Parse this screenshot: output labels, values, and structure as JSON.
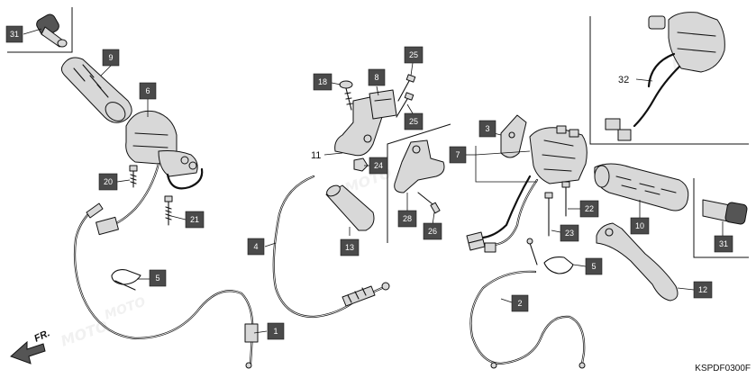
{
  "diagram": {
    "code": "KSPDF0300F",
    "direction_label": "FR.",
    "callouts": [
      {
        "id": "c31a",
        "label": "31"
      },
      {
        "id": "c9",
        "label": "9"
      },
      {
        "id": "c6",
        "label": "6"
      },
      {
        "id": "c20",
        "label": "20"
      },
      {
        "id": "c21",
        "label": "21"
      },
      {
        "id": "c5a",
        "label": "5"
      },
      {
        "id": "c1",
        "label": "1"
      },
      {
        "id": "c4",
        "label": "4"
      },
      {
        "id": "c13",
        "label": "13"
      },
      {
        "id": "c18",
        "label": "18"
      },
      {
        "id": "c8",
        "label": "8"
      },
      {
        "id": "c25a",
        "label": "25"
      },
      {
        "id": "c25b",
        "label": "25"
      },
      {
        "id": "c24",
        "label": "24"
      },
      {
        "id": "c28",
        "label": "28"
      },
      {
        "id": "c26",
        "label": "26"
      },
      {
        "id": "c3",
        "label": "3"
      },
      {
        "id": "c7",
        "label": "7"
      },
      {
        "id": "c22",
        "label": "22"
      },
      {
        "id": "c23",
        "label": "23"
      },
      {
        "id": "c10",
        "label": "10"
      },
      {
        "id": "c5b",
        "label": "5"
      },
      {
        "id": "c2",
        "label": "2"
      },
      {
        "id": "c12",
        "label": "12"
      },
      {
        "id": "c31b",
        "label": "31"
      }
    ],
    "plain_labels": [
      {
        "id": "l11",
        "label": "11"
      },
      {
        "id": "l32",
        "label": "32"
      }
    ],
    "watermark": "MOTO"
  }
}
